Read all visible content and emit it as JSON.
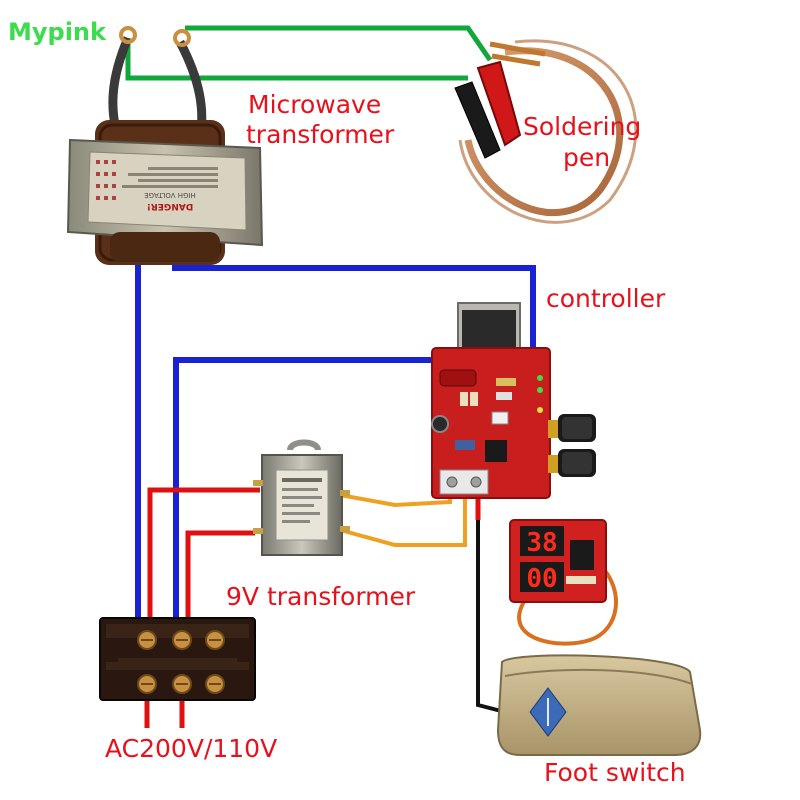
{
  "watermark": "Mypink",
  "labels": {
    "microwave_transformer_line1": "Microwave",
    "microwave_transformer_line2": "transformer",
    "soldering_pen_line1": "Soldering",
    "soldering_pen_line2": "pen",
    "controller": "controller",
    "nine_v_transformer": "9V transformer",
    "power_input": "AC200V/110V",
    "foot_switch": "Foot switch"
  },
  "transformer_plate_text": {
    "danger": "DANGER!",
    "high_voltage": "HIGH VOLTAGE"
  },
  "display_readout": {
    "top": "38",
    "bottom": "00"
  },
  "colors": {
    "label_red": "#e8101a",
    "watermark_green": "#3ddc4f",
    "secondary_wire_green": "#10a83a",
    "control_wire_blue": "#1a22d6",
    "ac_wire_red": "#e01010",
    "low_voltage_wire_orange": "#f0a020",
    "pcb_red": "#c81e1e"
  }
}
